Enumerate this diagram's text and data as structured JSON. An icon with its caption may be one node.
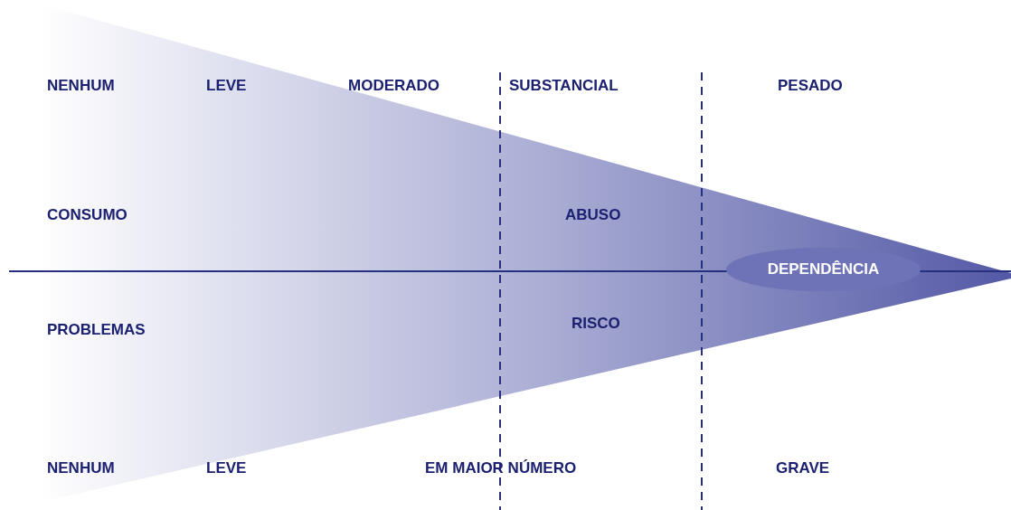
{
  "diagram": {
    "nodes": [
      {
        "text": [
          "DEPENDÊNCIA"
        ]
      }
    ],
    "labels": [
      "NENHUM",
      "LEVE",
      "MODERADO",
      "SUBSTANCIAL",
      "PESADO",
      "CONSUMO",
      "ABUSO",
      "PROBLEMAS",
      "RISCO",
      "NENHUM",
      "LEVE",
      "EM MAIOR NÚMERO",
      "GRAVE"
    ]
  }
}
